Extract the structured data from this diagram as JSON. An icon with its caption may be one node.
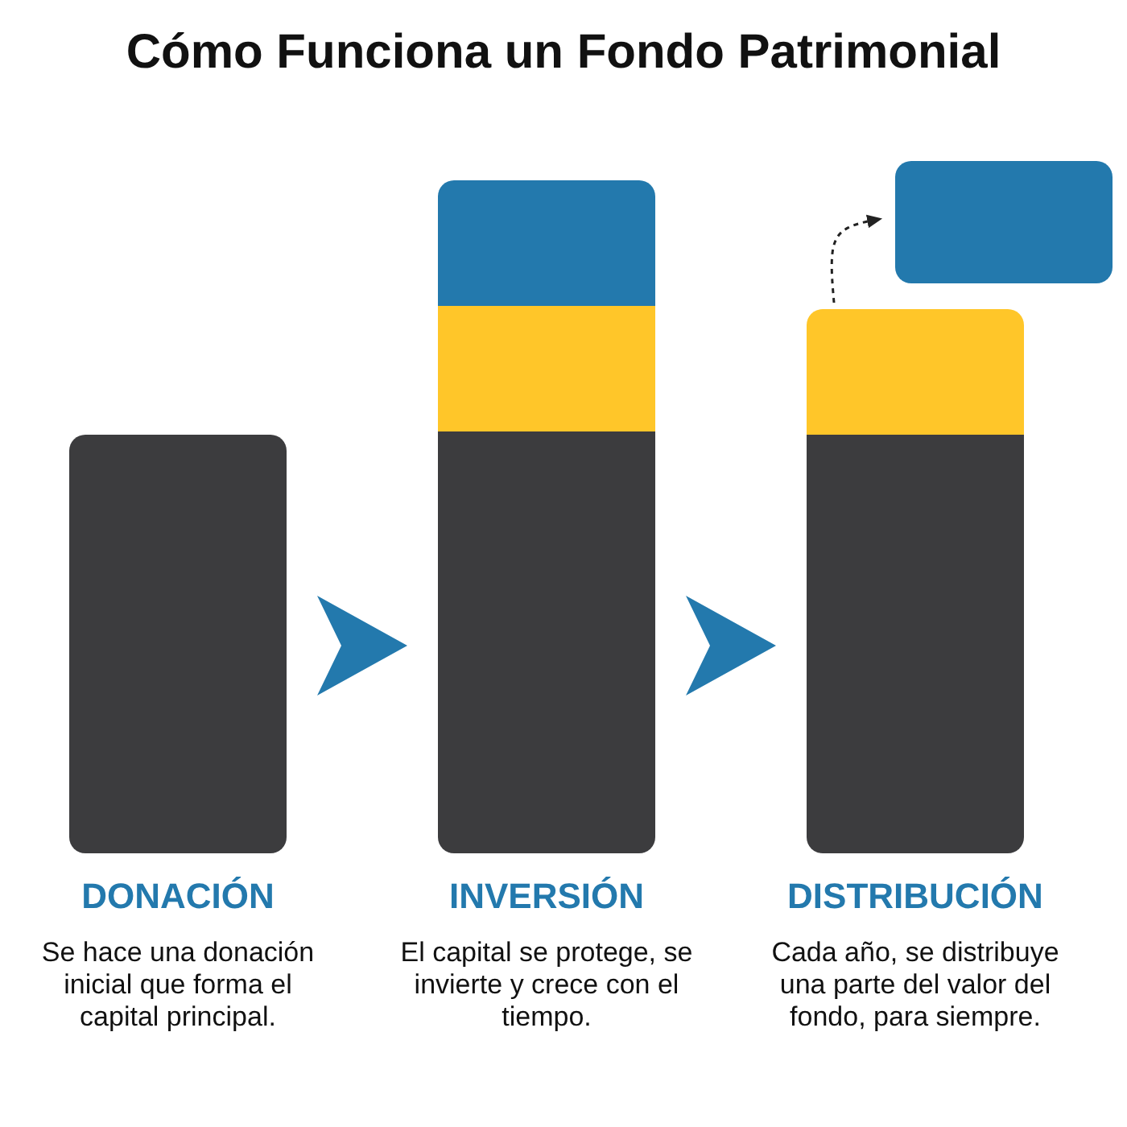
{
  "diagram": {
    "title": "Cómo Funciona un Fondo Patrimonial",
    "nodes": [
      {
        "text": [
          "DONACIÓN",
          "Se hace una donación inicial que forma el capital principal."
        ]
      },
      {
        "text": [
          "INVERSIÓN",
          "El capital se protege, se invierte y crece con el tiempo."
        ]
      },
      {
        "text": [],
        "shape": "bar"
      },
      {
        "text": [],
        "shape": "bar"
      },
      {
        "text": [
          "DISTRIBUCIÓN",
          "Cada año, se distribuye una parte del valor del fondo, para siempre."
        ]
      },
      {
        "text": [],
        "shape": "bar"
      },
      {
        "text": [],
        "shape": "box"
      }
    ],
    "edges": [
      {
        "from": 0,
        "to": 1,
        "arrow": "to"
      },
      {
        "from": 1,
        "to": 4,
        "arrow": "to"
      },
      {
        "from": 5,
        "to": 6,
        "arrow": "to",
        "style": "dashed",
        "color": "#222222"
      }
    ]
  }
}
